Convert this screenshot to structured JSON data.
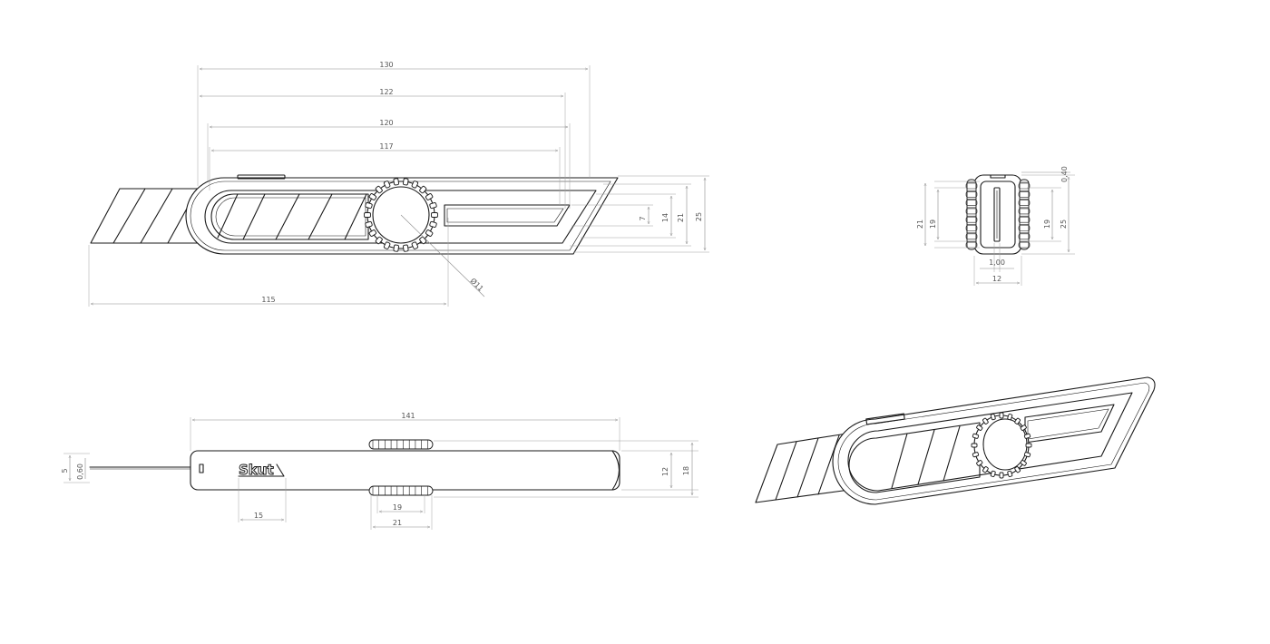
{
  "drawing": {
    "logo_text": "Skut",
    "colors": {
      "line": "#1a1a1a",
      "dimension": "#8a8a8a",
      "text": "#555555",
      "background": "#ffffff"
    }
  },
  "front_view": {
    "dims": {
      "d130": "130",
      "d122": "122",
      "d120": "120",
      "d117": "117",
      "d115": "115",
      "d7": "7",
      "d14": "14",
      "d21": "21",
      "d25": "25",
      "dia": "Ø11"
    }
  },
  "end_view": {
    "dims": {
      "d21": "21",
      "d19l": "19",
      "d19r": "19",
      "d25": "25",
      "d040": "0,40",
      "d100": "1,00",
      "d12": "12"
    }
  },
  "top_view": {
    "dims": {
      "d141": "141",
      "d5": "5",
      "d060": "0,60",
      "d15": "15",
      "d19": "19",
      "d21": "21",
      "d12": "12",
      "d18": "18"
    }
  }
}
